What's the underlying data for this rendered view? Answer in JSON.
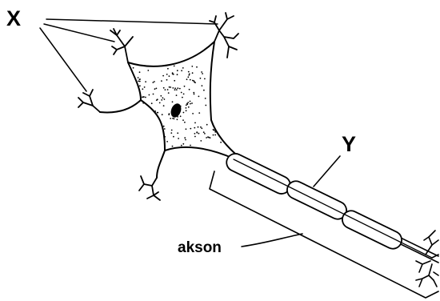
{
  "labels": {
    "x": "X",
    "y": "Y",
    "axon": "akson"
  },
  "colors": {
    "ink": "#000000",
    "background": "#ffffff"
  }
}
